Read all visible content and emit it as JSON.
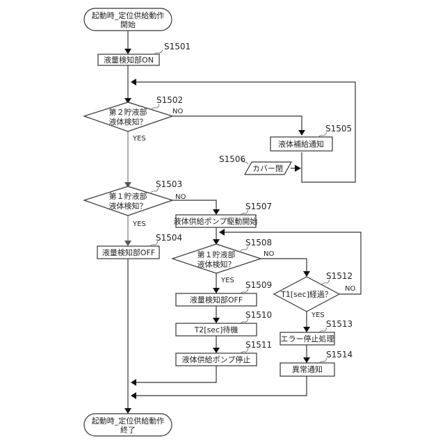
{
  "diagram": {
    "type": "flowchart",
    "nodes": {
      "start": {
        "line1": "起動時_定位供給動作",
        "line2": "開始"
      },
      "s1501": {
        "id": "S1501",
        "text": "液量検知部ON"
      },
      "s1502": {
        "id": "S1502",
        "line1": "第２貯液部",
        "line2": "液体検知？"
      },
      "s1503": {
        "id": "S1503",
        "line1": "第１貯液部",
        "line2": "液体検知？"
      },
      "s1504": {
        "id": "S1504",
        "text": "液量検知部OFF"
      },
      "s1505": {
        "id": "S1505",
        "text": "液体補給通知"
      },
      "s1506": {
        "id": "S1506",
        "text": "カバー閉"
      },
      "s1507": {
        "id": "S1507",
        "text": "液体供給ポンプ駆動開始"
      },
      "s1508": {
        "id": "S1508",
        "line1": "第１貯液部",
        "line2": "液体検知？"
      },
      "s1509": {
        "id": "S1509",
        "text": "液量検知部OFF"
      },
      "s1510": {
        "id": "S1510",
        "text": "T2[sec]待機"
      },
      "s1511": {
        "id": "S1511",
        "text": "液体供給ポンプ停止"
      },
      "s1512": {
        "id": "S1512",
        "text": "T1[sec]経過？"
      },
      "s1513": {
        "id": "S1513",
        "text": "エラー停止処理"
      },
      "s1514": {
        "id": "S1514",
        "text": "異常通知"
      },
      "end": {
        "line1": "起動時_定位供給動作",
        "line2": "終了"
      }
    },
    "branches": {
      "yes": "YES",
      "no": "NO"
    }
  }
}
